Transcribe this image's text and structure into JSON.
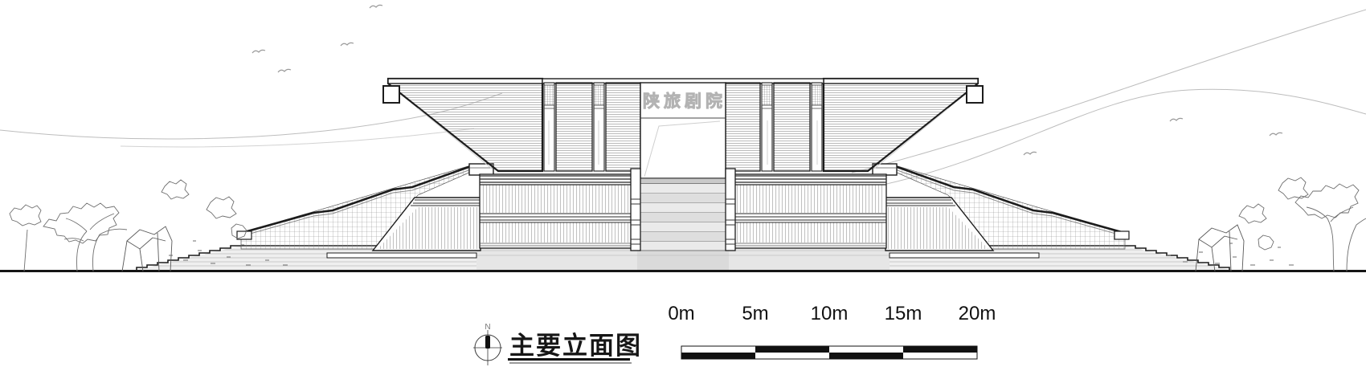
{
  "drawing": {
    "title": "主要立面图",
    "north_label": "N",
    "facade_sign": "陕旅剧院",
    "scale_bar": {
      "labels": [
        "0m",
        "5m",
        "10m",
        "15m",
        "20m"
      ],
      "segment_meters": 5,
      "total_meters": 20
    },
    "colors": {
      "ink": "#1c1c1c",
      "hatch": "#9b9b9b",
      "faint": "#c9c9c9",
      "sketch": "#6e6e6e",
      "sign_outline": "#b3b3b3",
      "fill_light": "#efefef",
      "fill_mid": "#e2e2e2",
      "fill_dark": "#d6d6d6",
      "scale_black": "#111111"
    }
  }
}
